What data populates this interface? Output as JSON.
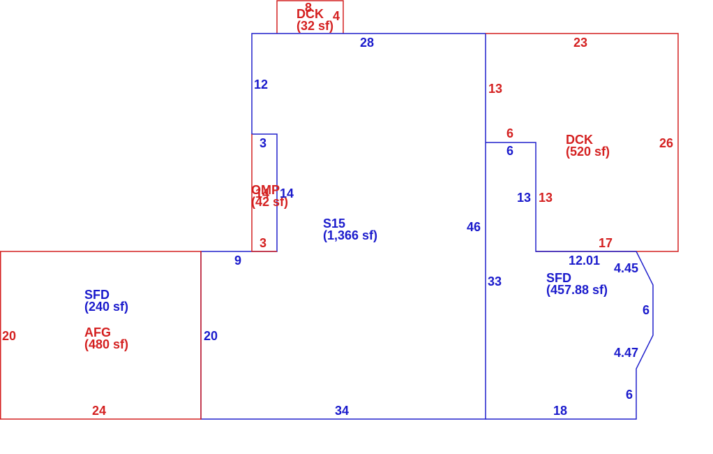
{
  "colors": {
    "blue": "#1a1acc",
    "red": "#d42020"
  },
  "areas": {
    "s15": {
      "code": "S15",
      "area": "(1,366 sf)"
    },
    "dck_top": {
      "code": "DCK",
      "area": "(32 sf)"
    },
    "dck_right": {
      "code": "DCK",
      "area": "(520 sf)"
    },
    "omp": {
      "code": "OMP",
      "area": "(42 sf)"
    },
    "sfd_left": {
      "code": "SFD",
      "area": "(240 sf)"
    },
    "afg": {
      "code": "AFG",
      "area": "(480 sf)"
    },
    "sfd_right": {
      "code": "SFD",
      "area": "(457.88 sf)"
    }
  },
  "dimensions": {
    "dck_top_width": "8",
    "dck_top_side": "4",
    "s15_top": "28",
    "s15_left_upper": "12",
    "omp_top": "3",
    "omp_bottom": "3",
    "omp_left": "14",
    "omp_right": "14",
    "s15_step": "9",
    "s15_bottom": "34",
    "s15_left_lower": "20",
    "s15_right": "46",
    "dck_right_top": "23",
    "dck_right_left": "13",
    "dck_right_notch_top": "6",
    "dck_right_notch_side": "13",
    "dck_right_right": "26",
    "dck_right_bottom": "17",
    "sfd_right_notch_top": "6",
    "sfd_right_notch_side": "13",
    "sfd_right_left": "33",
    "sfd_right_top": "12.01",
    "sfd_right_angle_upper": "4.45",
    "sfd_right_side": "6",
    "sfd_right_angle_lower": "4.47",
    "sfd_right_lower_side": "6",
    "sfd_right_bottom": "18",
    "left_box_left": "20",
    "left_box_bottom": "24"
  }
}
